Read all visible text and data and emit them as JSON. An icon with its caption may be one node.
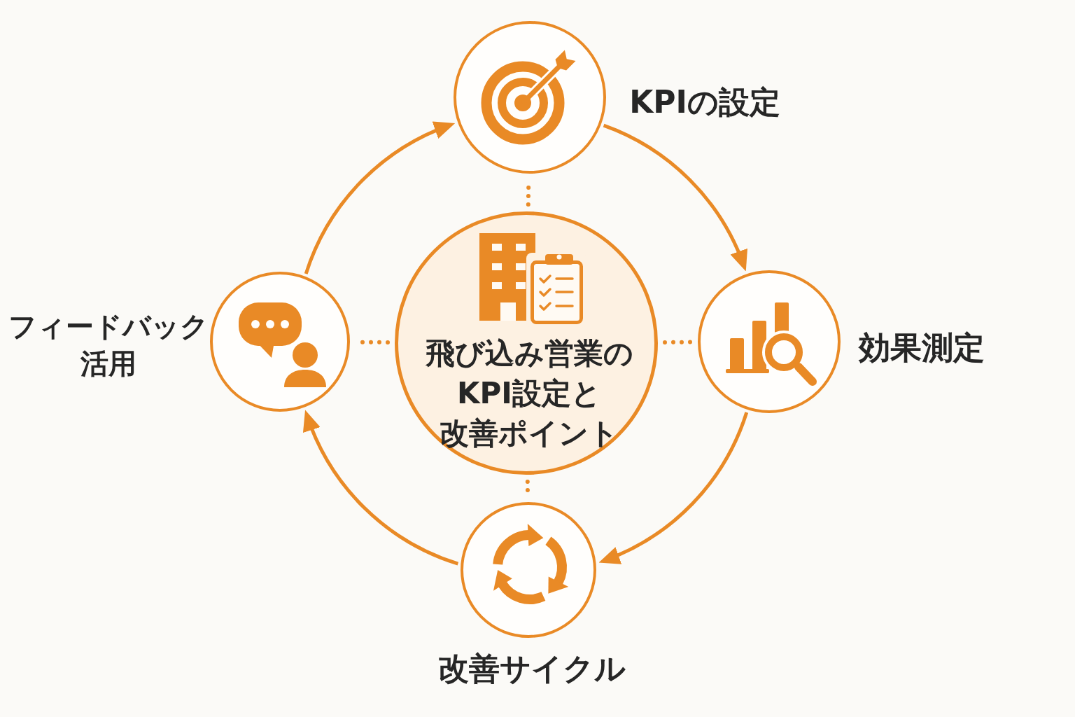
{
  "diagram": {
    "nodes": [
      {
        "text": [
          "飛び込み営業のKPI設定と改善ポイント"
        ]
      },
      {
        "text": [
          "KPIの設定"
        ]
      },
      {
        "text": [
          "効果測定"
        ]
      },
      {
        "text": [
          "改善サイクル"
        ]
      },
      {
        "text": [
          "フィードバック活用"
        ]
      }
    ],
    "edges": [
      {
        "from": 1,
        "to": 2,
        "arrow": "to"
      },
      {
        "from": 2,
        "to": 3,
        "arrow": "to"
      },
      {
        "from": 3,
        "to": 4,
        "arrow": "to"
      },
      {
        "from": 4,
        "to": 1,
        "arrow": "to"
      },
      {
        "from": 0,
        "to": 1,
        "arrow": "none",
        "style": "dashed"
      },
      {
        "from": 0,
        "to": 2,
        "arrow": "none",
        "style": "dashed"
      },
      {
        "from": 0,
        "to": 3,
        "arrow": "none",
        "style": "dashed"
      },
      {
        "from": 0,
        "to": 4,
        "arrow": "none",
        "style": "dashed"
      }
    ]
  }
}
